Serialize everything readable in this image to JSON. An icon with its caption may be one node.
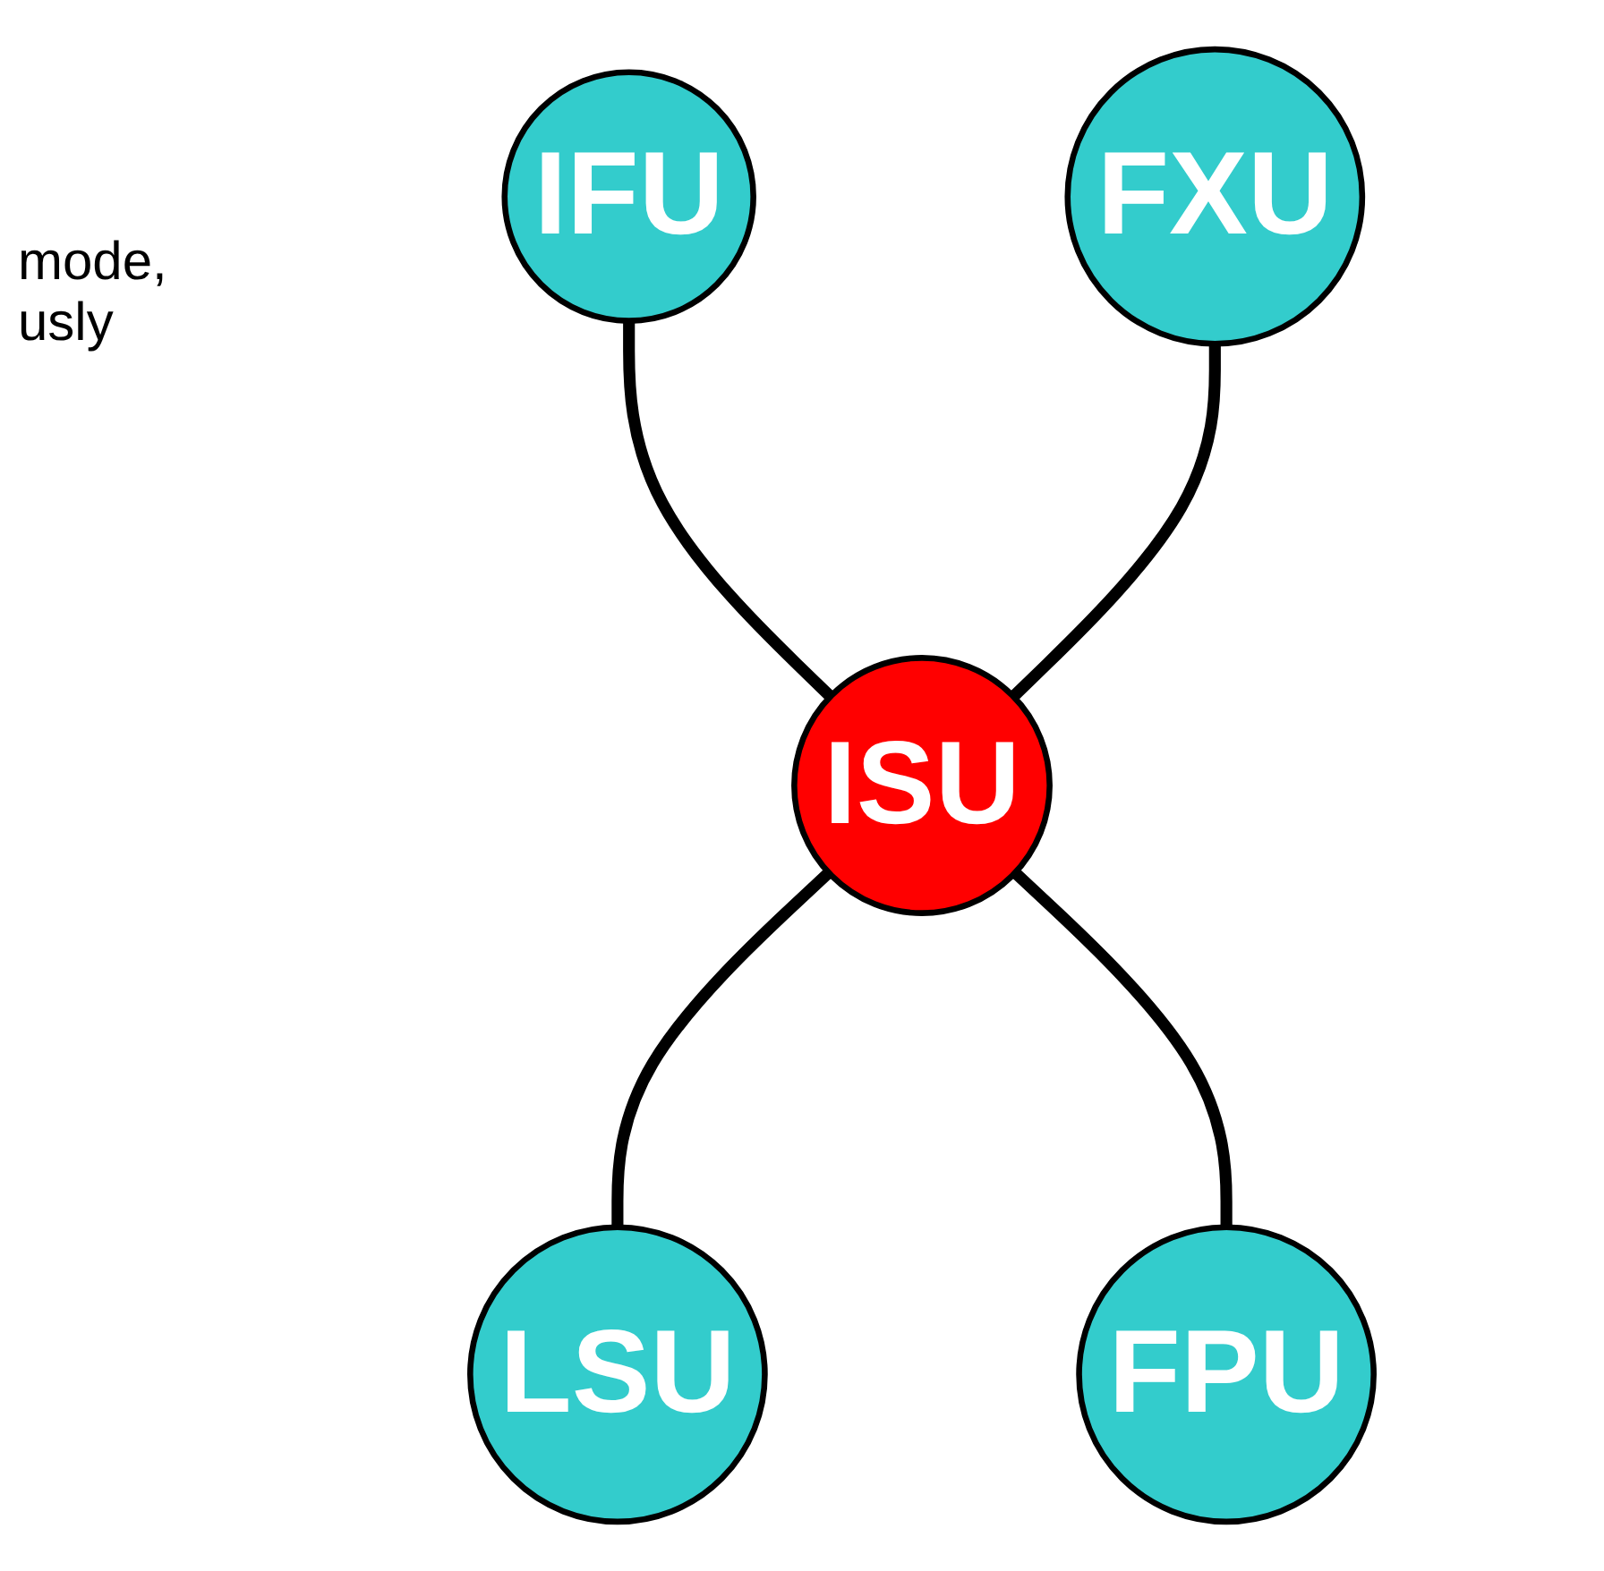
{
  "diagram": {
    "nodes": [
      {
        "text": [
          "IFU"
        ]
      },
      {
        "text": [
          "FXU"
        ]
      },
      {
        "text": [
          "ISU"
        ]
      },
      {
        "text": [
          "LSU"
        ]
      },
      {
        "text": [
          "FPU"
        ]
      }
    ],
    "edges": [
      {
        "from": 0,
        "to": 2,
        "arrow": "none"
      },
      {
        "from": 1,
        "to": 2,
        "arrow": "none"
      },
      {
        "from": 2,
        "to": 3,
        "arrow": "none"
      },
      {
        "from": 2,
        "to": 4,
        "arrow": "none"
      }
    ],
    "labels": [
      "mode, usly"
    ]
  }
}
